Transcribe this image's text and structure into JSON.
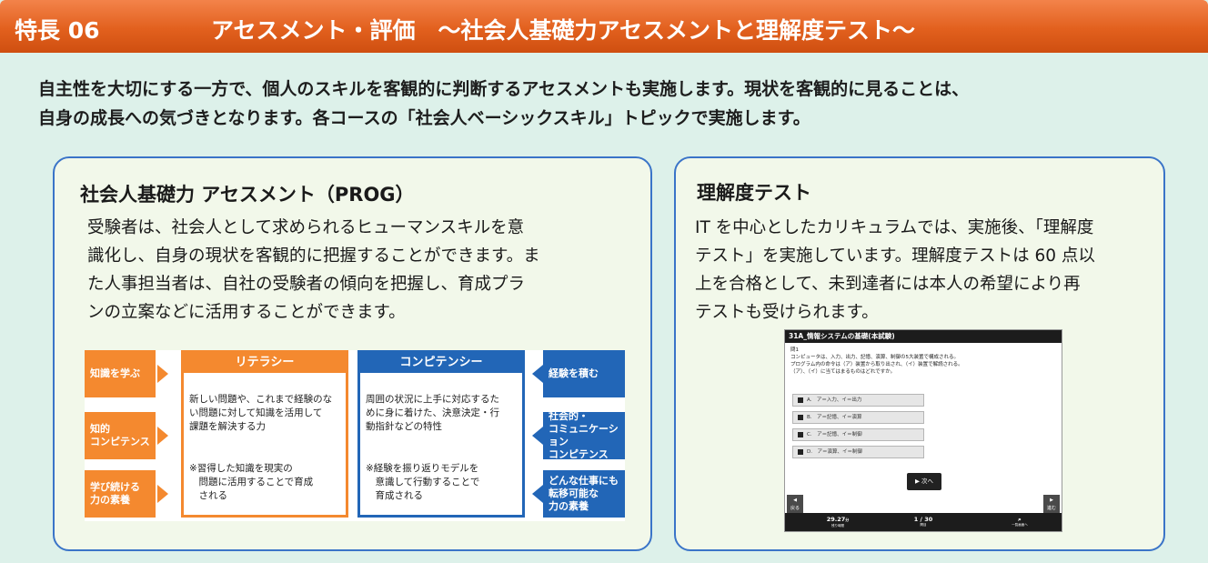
{
  "header": {
    "number": "特長 06",
    "title": "アセスメント・評価　～社会人基礎力アセスメントと理解度テスト～"
  },
  "intro": {
    "line1": "自主性を大切にする一方で、個人のスキルを客観的に判断するアセスメントも実施します。現状を客観的に見ることは、",
    "line2": "自身の成長への気づきとなります。各コースの「社会人ベーシックスキル」トピックで実施します。"
  },
  "left_card": {
    "title": "社会人基礎力 アセスメント（PROG）",
    "lines": [
      "受験者は、社会人として求められるヒューマンスキルを意",
      "識化し、自身の現状を客観的に把握することができます。ま",
      "た人事担当者は、自社の受験者の傾向を把握し、育成プラ",
      "ンの立案などに活用することができます。"
    ],
    "diagram": {
      "left_boxes": [
        "知識を学ぶ",
        "知的|コンピテンス",
        "学び続ける|力の素養"
      ],
      "literacy": {
        "title": "リテラシー",
        "text1": "新しい問題や、これまで経験のな|い問題に対して知識を活用して|課題を解決する力",
        "text2": "※習得した知識を現実の|　問題に活用することで育成|　される"
      },
      "competency": {
        "title": "コンピテンシー",
        "text1": "周囲の状況に上手に対応するた|めに身に着けた、決意決定・行|動指針などの特性",
        "text2": "※経験を振り返りモデルを|　意識して行動することで|　育成される"
      },
      "right_boxes": [
        "経験を積む",
        "社会的・|コミュニケーション|コンピテンス",
        "どんな仕事にも|転移可能な|力の素養"
      ]
    }
  },
  "right_card": {
    "title": "理解度テスト",
    "lines": [
      "IT を中心としたカリキュラムでは、実施後、「理解度",
      "テスト」を実施しています。理解度テストは 60 点以",
      "上を合格として、未到達者には本人の希望により再",
      "テストも受けられます。"
    ],
    "screenshot": {
      "title": "31A_情報システムの基礎(本試験)",
      "question_label": "問1",
      "question_lines": [
        "コンピュータは、入力、出力、記憶、演算、制御の5大装置で構成される。",
        "プログラム内の命令は（ア）装置から取り出され、（イ）装置で解読される。",
        "（ア）、（イ）に当てはまるものはどれですか。"
      ],
      "options": [
        "A.　ア＝入力、イ＝出力",
        "B.　ア＝記憶、イ＝演算",
        "C.　ア＝記憶、イ＝制御",
        "D.　ア＝演算、イ＝制御"
      ],
      "next_label": "▶ 次へ",
      "prev_nav": "◀|戻る",
      "next_nav": "▶|進む",
      "time_value": "29.27",
      "time_unit": "分",
      "time_label": "残り時間",
      "progress_value": "1 / 30",
      "progress_label": "問目",
      "list_icon": "⌕",
      "list_label": "一覧画面へ"
    }
  },
  "colors": {
    "orange": "#f4892f",
    "blue": "#2266b7",
    "card_border": "#3a74c8",
    "background": "#ddf1ea"
  }
}
